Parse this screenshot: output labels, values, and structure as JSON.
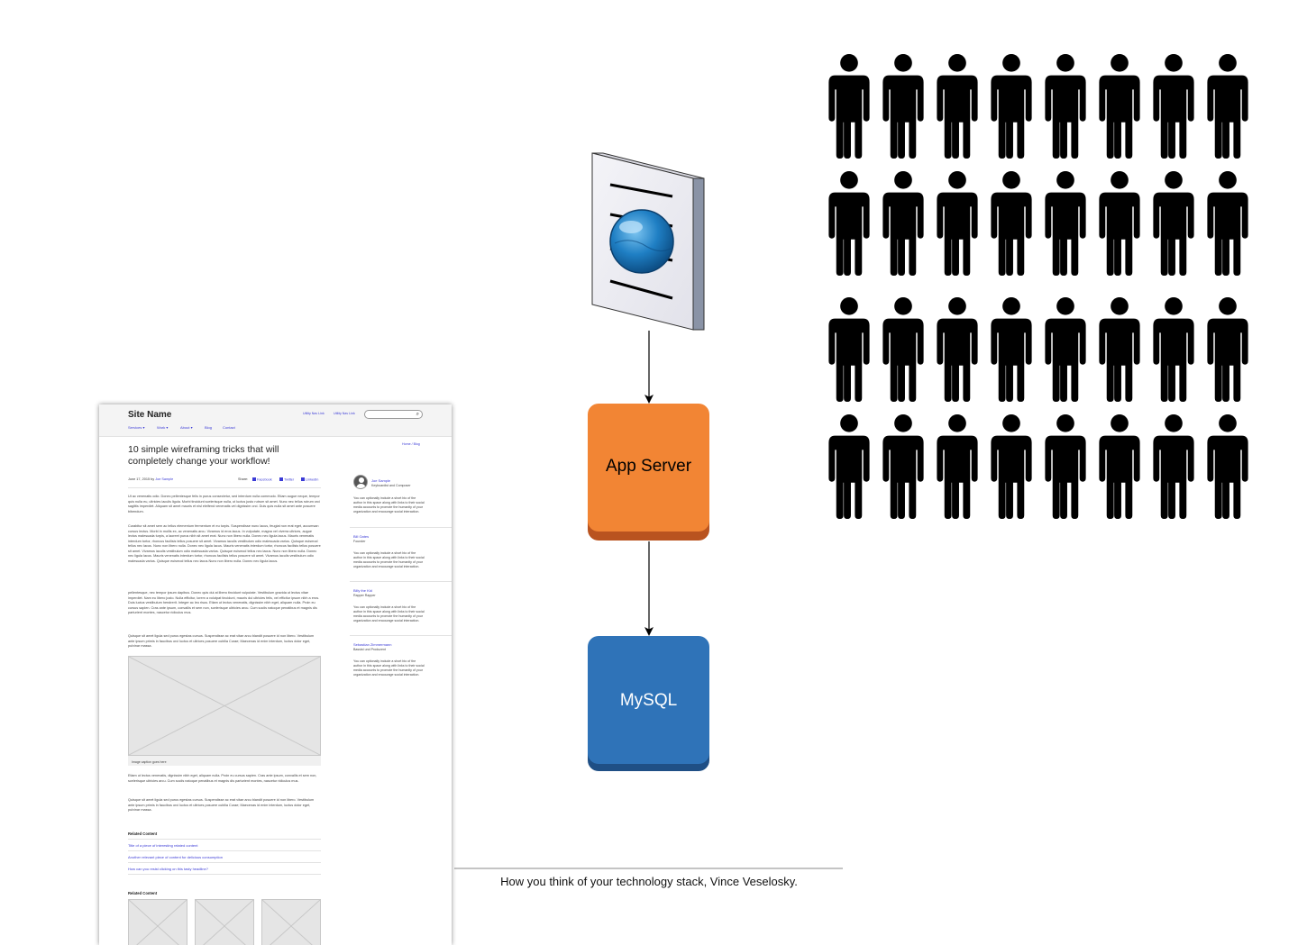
{
  "wireframe": {
    "site_name": "Site Name",
    "utility_links": [
      "Utility Nav Link",
      "Utility Nav Link"
    ],
    "nav_items": [
      "Services ▾",
      "Work ▾",
      "About ▾",
      "Blog",
      "Contact"
    ],
    "breadcrumb": "Home / Blog",
    "article_title": "10 simple wireframing tricks that will completely change your workflow!",
    "date_by": "June 17, 2015 by ",
    "author": "Joe Sample",
    "share_label": "Share:",
    "share_links": [
      "Facebook",
      "Twitter",
      "LinkedIn"
    ],
    "paragraphs": [
      "Ut ac venenatis odio. Donec pellentesque felis in purus consectetur, sed interdum nulla commodo. Etiam augue neque, tempor quis nulla eu, ultricies iaculis ligula. Morbi tincidunt scelerisque nulla, ut luctus justo rutrum sit amet. Nunc nec tellus rutrum orci sagittis imperdiet. Aliquam sit amet mauris et nisl eleifend venenatis vel dignissim orci. Duis quis nulla sit amet ante posuere bibendum.",
      "Curabitur sit amet sem ac tellus elementum fermentum et eu turpis. Suspendisse nunc lacus, feugiat non erat eget, accumsan cursus lectus. Morbi in mollis ex, ac venenatis arcu. Vivamus id eros lacus. In vulputate, magna vel viverra ultrices, augue lectus malesuada turpis, a laoreet purus nibh sit amet erat. Nunc non libero nulla. Donec nec ligula lacus. Mauris venenatis interdum tortor, rhoncus facilisis tellus posuere sit amet. Vivamus iaculis vestibulum odio malesuada varius. Quisque euismod tellus nec lacus. Nunc non libero nulla. Donec nec ligula lacus. Mauris venenatis interdum tortor, rhoncus facilisis tellus posuere sit amet. Vivamus iaculis vestibulum odio malesuada varius. Quisque euismod tellus nec lacus. Nunc non libero nulla. Donec nec ligula lacus. Mauris venenatis interdum tortor, rhoncus facilisis tellus posuere sit amet. Vivamus iaculis vestibulum odio malesuada varius. Quisque euismod tellus nec lacus.Nunc non libero nulla. Donec nec ligula lacus.",
      "pellentesque, nec tempor ipsum dapibus. Donec quis dui at libero tincidunt vulputate. Vestibulum gravida ut lectus vitae imperdiet. Nam eu libero justo. Nulla efficitur, lorem a volutpat tincidunt, mauris dui ultricies felis, vel efficitur ipsum nibh a eros. Duis luctus vestibulum hendrerit. Integer ac leo risus. Etiam ut lectus venenatis, dignissim nibh eget, aliquam nulla. Proin eu cursus sapien. Cras ante ipsum, convallis et sem non, scelerisque ultricies arcu. Cum sociis natoque penatibus et magnis dis parturient montes, nascetur ridiculus mus.",
      "Quisque sit amet ligula sed purus egestas cursus. Suspendisse ac erat vitae arcu blandit posuere id non libero. Vestibulum ante ipsum primis in faucibus orci luctus et ultrices posuere cubilia Curae; Maecenas id enim interdum, luctus dolor eget, pulvinar massa.",
      "Etiam ut lectus venenatis, dignissim nibh eget, aliquam nulla. Proin eu cursus sapien. Cras ante ipsum, convallis et sem non, scelerisque ultricies arcu. Cum sociis natoque penatibus et magnis dis parturient montes, nascetur ridiculus mus.",
      "Quisque sit amet ligula sed purus egestas cursus. Suspendisse ac erat vitae arcu blandit posuere id non libero. Vestibulum ante ipsum primis in faucibus orci luctus et ultrices posuere cubilia Curae; Maecenas id enim interdum, luctus dolor eget, pulvinar massa."
    ],
    "image_caption": "Image caption goes here",
    "related_heading": "Related Content",
    "related_links": [
      "Title of a piece of interesting related content",
      "Another relevant piece of content for delicious consumption",
      "How can you resist clicking on this tasty headline?"
    ],
    "related_heading_2": "Related Content",
    "people": [
      {
        "name": "Joe Sample",
        "role": "Keyboardist and Composer",
        "bio": "You can optionally include a short bio of the author in this space along with links to their social media accounts to promote the humanity of your organization and encourage social interaction."
      },
      {
        "name": "Bill Gates",
        "role": "Founder",
        "bio": "You can optionally include a short bio of the author in this space along with links to their social media accounts to promote the humanity of your organization and encourage social interaction."
      },
      {
        "name": "Billy the Kid",
        "role": "Rapper Rapper",
        "bio": "You can optionally include a short bio of the author in this space along with links to their social media accounts to promote the humanity of your organization and encourage social interaction."
      },
      {
        "name": "Sebastian Zimmermann",
        "role": "Bassist und Produzent",
        "bio": "You can optionally include a short bio of the author in this space along with links to their social media accounts to promote the humanity of your organization and encourage social interaction."
      }
    ]
  },
  "diagram": {
    "app_server_label": "App Server",
    "database_label": "MySQL",
    "web_server_icon": "web-server-globe-icon",
    "people_icon": "person-icon",
    "people_rows": 4,
    "people_cols": 8,
    "colors": {
      "app_server": "#f28534",
      "app_server_shadow": "#b9531f",
      "database": "#2f73b8",
      "database_shadow": "#1f4f85",
      "globe": "#1f7fc4"
    }
  },
  "caption": "How you think of your technology stack, Vince Veselosky."
}
